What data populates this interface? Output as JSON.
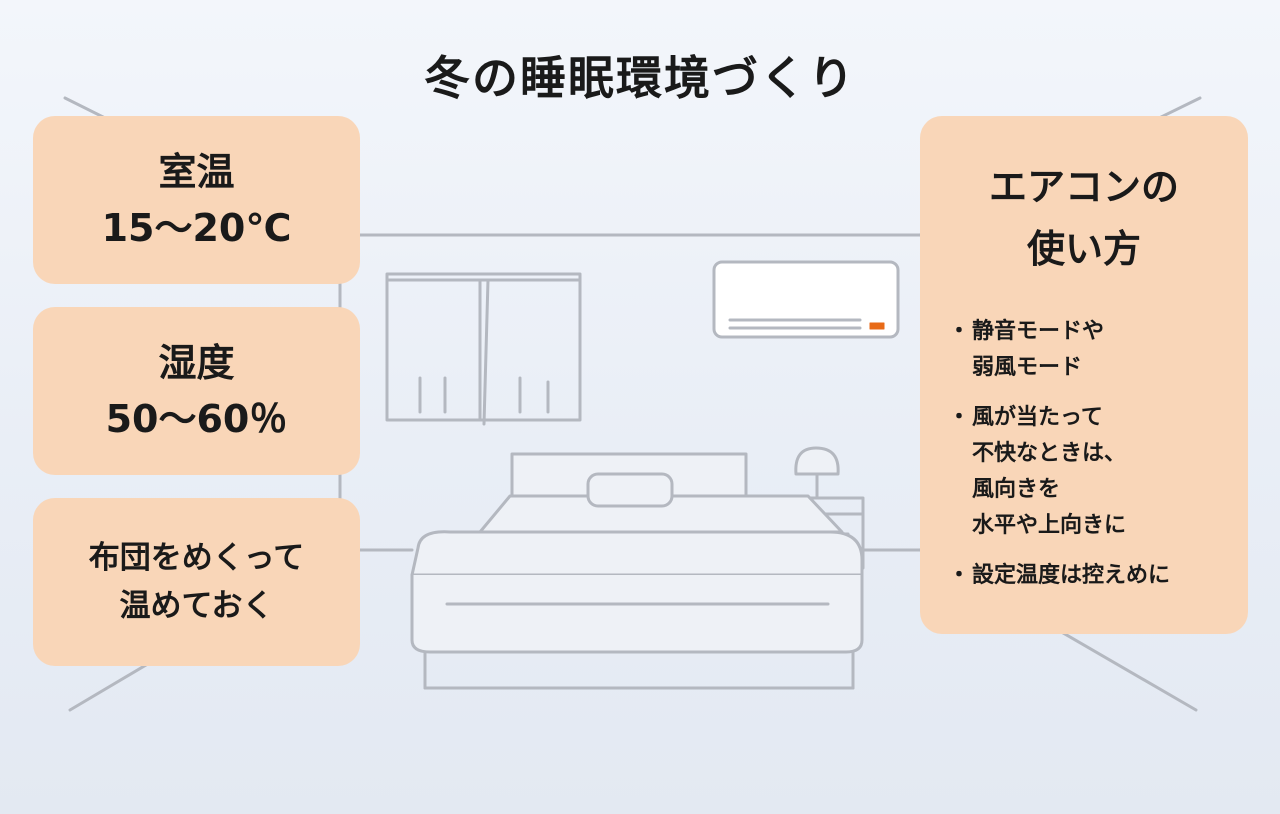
{
  "title": "冬の睡眠環境づくり",
  "left_cards": [
    {
      "lines": [
        "室温",
        "15〜20℃"
      ]
    },
    {
      "lines": [
        "湿度",
        "50〜60％"
      ]
    },
    {
      "lines": [
        "布団をめくって",
        "温めておく"
      ]
    }
  ],
  "right_card": {
    "title_lines": [
      "エアコンの",
      "使い方"
    ],
    "tips": [
      {
        "lines": [
          "静音モードや",
          "弱風モード"
        ]
      },
      {
        "lines": [
          "風が当たって",
          "不快なときは、",
          "風向きを",
          "水平や上向きに"
        ]
      },
      {
        "lines": [
          "設定温度は控えめに"
        ]
      }
    ]
  },
  "colors": {
    "card": "#f9d6b8",
    "line_art": "#b4b8c0",
    "ac_indicator": "#e86a17"
  }
}
